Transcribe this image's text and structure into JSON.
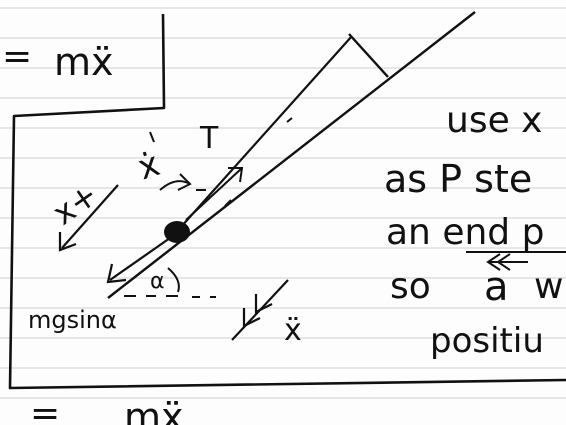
{
  "top_equation": {
    "equals": "=",
    "rhs": "mẍ"
  },
  "labels": {
    "tension": "T",
    "x_dot": "ẋ",
    "x_axis": "x+",
    "weight_component": "mgsinα",
    "angle": "α",
    "x_ddot": "ẍ"
  },
  "notes": {
    "line1": "use x",
    "line2": "as P ste",
    "line3": "an end p",
    "line4_prefix": "so",
    "line4_accel": "a",
    "line4_rest": "w",
    "line5": "positiu"
  },
  "bottom_equation": {
    "equals": "=",
    "rhs": "mẍ"
  },
  "colors": {
    "ink": "#111111",
    "ruled_line": "#cfcfcf",
    "paper": "#fdfdfd"
  }
}
